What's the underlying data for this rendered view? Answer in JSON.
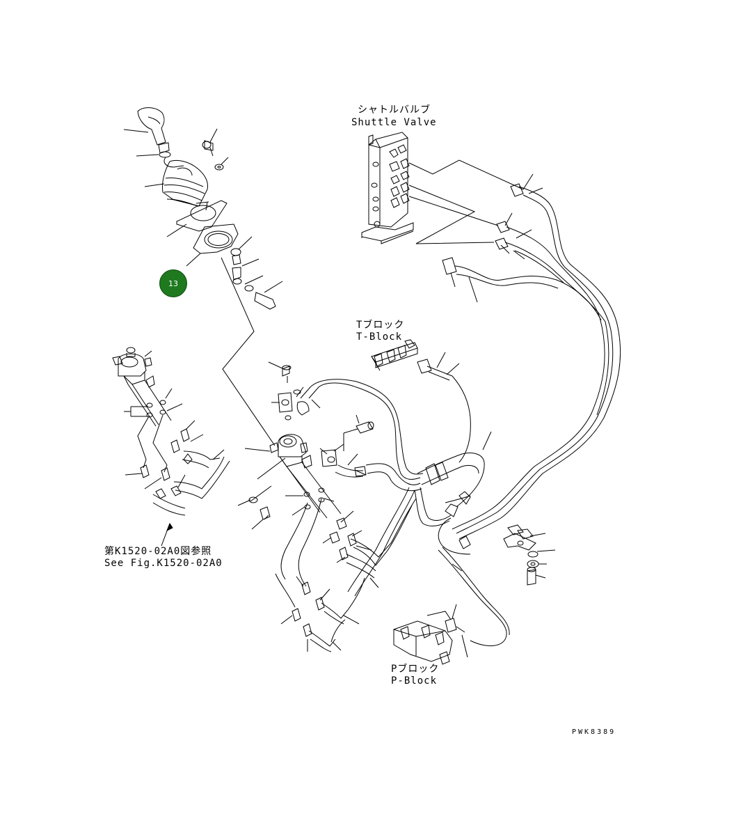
{
  "callout": {
    "number": "13",
    "color": "#1f7a1f"
  },
  "labels": {
    "shuttle_valve_jp": "シャトルバルブ",
    "shuttle_valve_en": "Shuttle Valve",
    "t_block_jp": "Tブロック",
    "t_block_en": "T-Block",
    "p_block_jp": "Pブロック",
    "p_block_en": "P-Block",
    "see_fig_jp": "第K1520-02A0図参照",
    "see_fig_en": "See Fig.K1520-02A0"
  },
  "drawing_code": "PWK8389"
}
